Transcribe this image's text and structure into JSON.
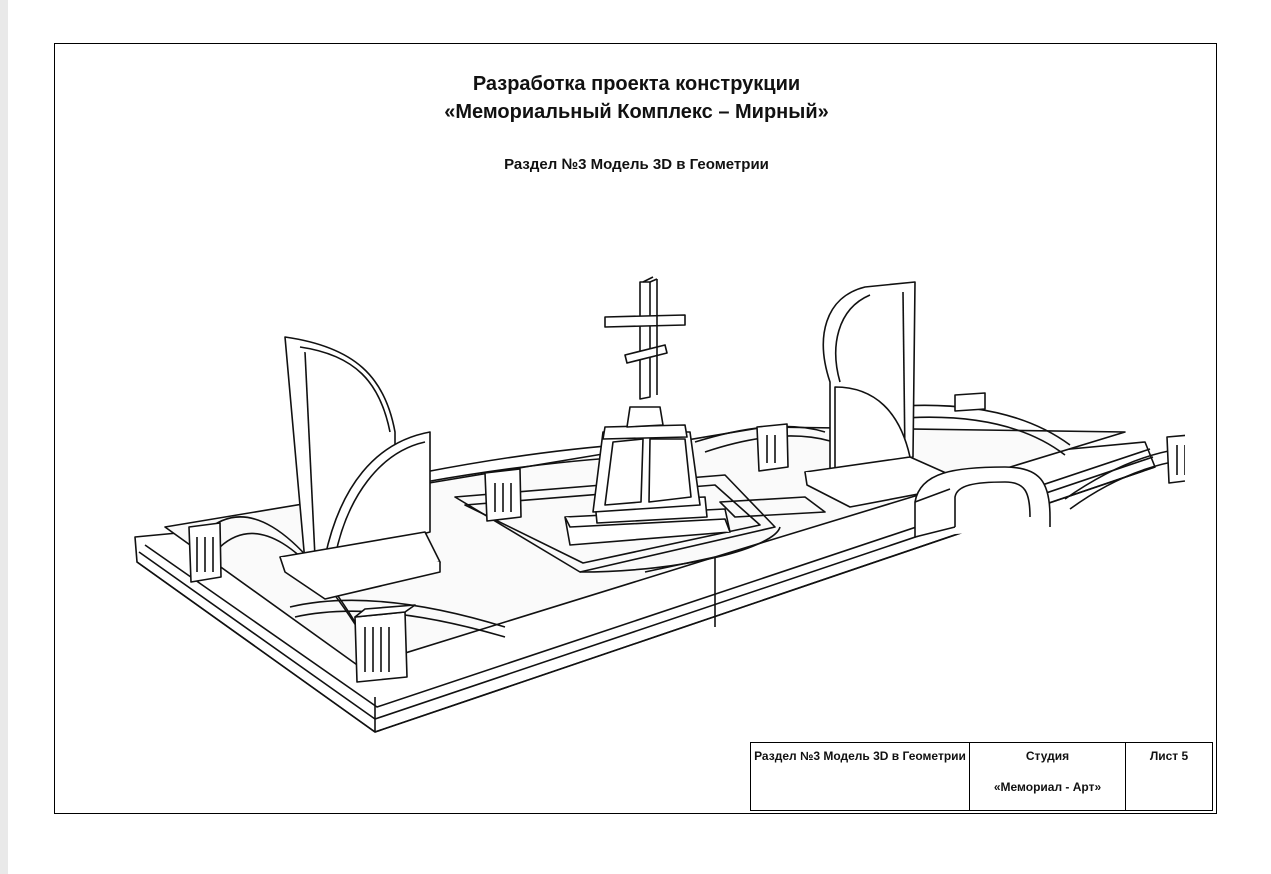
{
  "document": {
    "title_line1": "Разработка проекта конструкции",
    "title_line2": "«Мемориальный Комплекс – Мирный»",
    "section_heading": "Раздел №3 Модель 3D в Геометрии"
  },
  "stamp": {
    "section": "Раздел №3 Модель 3D в Геометрии",
    "studio_label": "Студия",
    "studio_name": "«Мемориал - Арт»",
    "sheet": "Лист 5"
  }
}
